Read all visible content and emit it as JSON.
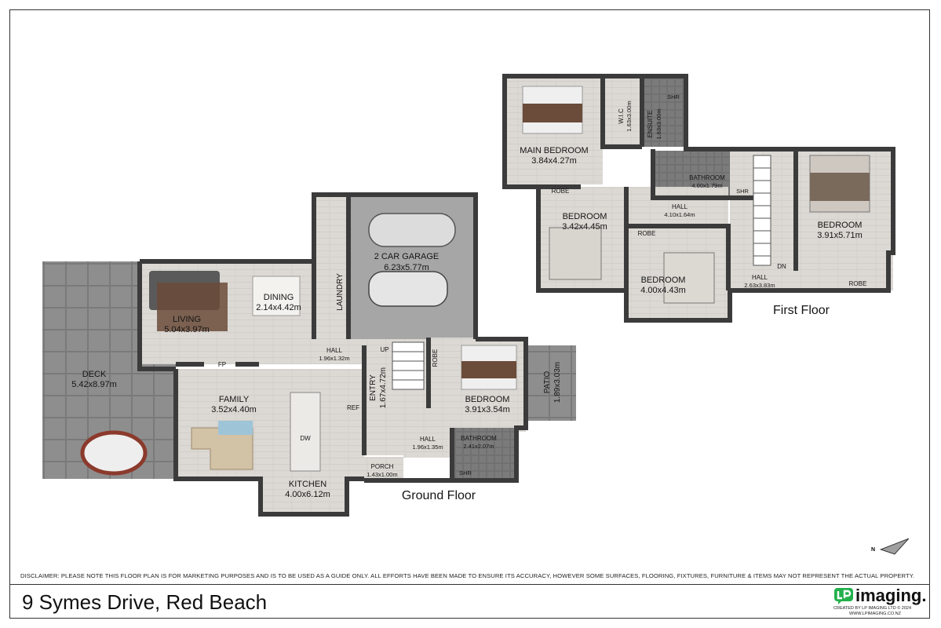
{
  "address": "9 Symes Drive, Red Beach",
  "disclaimer": "DISCLAIMER: PLEASE NOTE THIS FLOOR PLAN IS FOR MARKETING PURPOSES AND IS TO BE USED AS A GUIDE ONLY. ALL EFFORTS HAVE BEEN MADE TO ENSURE ITS ACCURACY, HOWEVER SOME SURFACES, FLOORING, FIXTURES, FURNITURE & ITEMS MAY NOT REPRESENT THE ACTUAL PROPERTY.",
  "logo": {
    "text": "imaging.",
    "credit": "CREATED BY LP IMAGING LTD © 2024",
    "url": "WWW.LPIMAGING.CO.NZ",
    "accent_color": "#22b14c"
  },
  "compass": {
    "label": "N"
  },
  "colors": {
    "wall": "#3b3b3b",
    "floor_wood": "#d9d6d1",
    "floor_tile": "#9a9a9a",
    "deck": "#8c8c8c",
    "garage": "#a7a7a7",
    "bathroom": "#7d7d7d"
  },
  "ground_floor": {
    "title": "Ground Floor",
    "rooms": {
      "deck": {
        "name": "DECK",
        "size": "5.42x8.97m"
      },
      "living": {
        "name": "LIVING",
        "size": "5.04x3.97m"
      },
      "dining": {
        "name": "DINING",
        "size": "2.14x4.42m"
      },
      "laundry": {
        "name": "LAUNDRY"
      },
      "garage": {
        "name": "2 CAR GARAGE",
        "size": "6.23x5.77m"
      },
      "hall": {
        "name": "HALL",
        "size": "1.96x1.32m"
      },
      "fp": {
        "name": "FP"
      },
      "up": {
        "name": "UP"
      },
      "family": {
        "name": "FAMILY",
        "size": "3.52x4.40m"
      },
      "ref": {
        "name": "REF"
      },
      "dw": {
        "name": "DW"
      },
      "kitchen": {
        "name": "KITCHEN",
        "size": "4.00x6.12m"
      },
      "entry": {
        "name": "ENTRY",
        "size": "1.67x4.72m"
      },
      "robe": {
        "name": "ROBE"
      },
      "bedroom": {
        "name": "BEDROOM",
        "size": "3.91x3.54m"
      },
      "patio": {
        "name": "PATIO",
        "size": "1.89x3.03m"
      },
      "hall2": {
        "name": "HALL",
        "size": "1.96x1.35m"
      },
      "bathroom": {
        "name": "BATHROOM",
        "size": "2.41x2.07m"
      },
      "shr": {
        "name": "SHR"
      },
      "porch": {
        "name": "PORCH",
        "size": "1.43x1.00m"
      }
    }
  },
  "first_floor": {
    "title": "First Floor",
    "rooms": {
      "main_bedroom": {
        "name": "MAIN BEDROOM",
        "size": "3.84x4.27m"
      },
      "wic": {
        "name": "W.I.C",
        "size": "1.63x3.00m"
      },
      "ensuite": {
        "name": "ENSUITE",
        "size": "1.63x3.00m"
      },
      "shr1": {
        "name": "SHR"
      },
      "bathroom": {
        "name": "BATHROOM",
        "size": "4.00x1.79m"
      },
      "shr2": {
        "name": "SHR"
      },
      "robe1": {
        "name": "ROBE"
      },
      "bedroom1": {
        "name": "BEDROOM",
        "size": "3.42x4.45m"
      },
      "hall": {
        "name": "HALL",
        "size": "4.10x1.64m"
      },
      "robe2": {
        "name": "ROBE"
      },
      "bedroom2": {
        "name": "BEDROOM",
        "size": "4.00x4.43m"
      },
      "hall2": {
        "name": "HALL",
        "size": "2.63x3.83m"
      },
      "dn": {
        "name": "DN"
      },
      "bedroom3": {
        "name": "BEDROOM",
        "size": "3.91x5.71m"
      },
      "robe3": {
        "name": "ROBE"
      }
    }
  }
}
